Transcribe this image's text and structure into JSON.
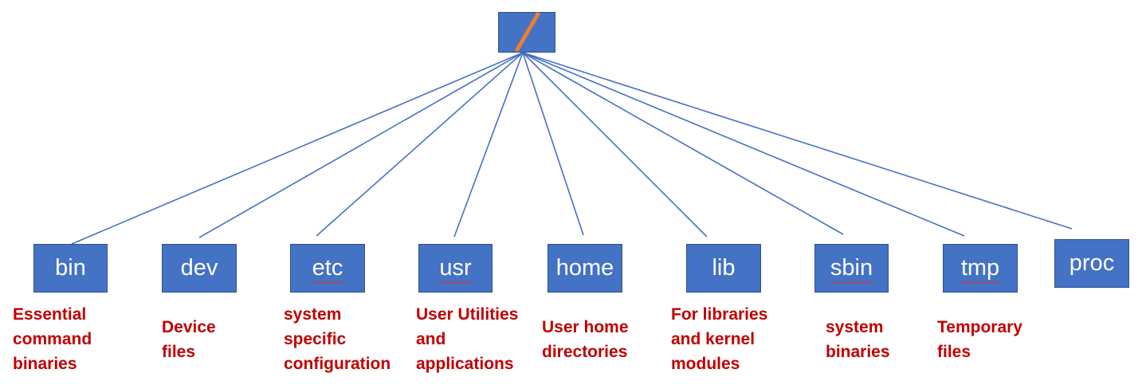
{
  "root": {
    "icon": "slash-icon",
    "accent": "#ed7d31"
  },
  "colors": {
    "box": "#4472c4",
    "line": "#4472c4",
    "desc": "#c00000"
  },
  "nodes": [
    {
      "label": "bin",
      "desc_lines": [
        "Essential",
        "command",
        "binaries"
      ],
      "squiggle": false
    },
    {
      "label": "dev",
      "desc_lines": [
        "Device",
        "files"
      ],
      "squiggle": false
    },
    {
      "label": "etc",
      "desc_lines": [
        "system",
        "specific",
        "configuration"
      ],
      "squiggle": true
    },
    {
      "label": "usr",
      "desc_lines": [
        "User Utilities",
        "and",
        "applications"
      ],
      "squiggle": true
    },
    {
      "label": "home",
      "desc_lines": [
        "User home",
        "directories"
      ],
      "squiggle": false
    },
    {
      "label": "lib",
      "desc_lines": [
        "For libraries",
        "and kernel",
        "modules"
      ],
      "squiggle": false
    },
    {
      "label": "sbin",
      "desc_lines": [
        "system",
        "binaries"
      ],
      "squiggle": true
    },
    {
      "label": "tmp",
      "desc_lines": [
        "Temporary",
        "files"
      ],
      "squiggle": true
    },
    {
      "label": "proc",
      "desc_lines": [],
      "squiggle": false
    }
  ]
}
